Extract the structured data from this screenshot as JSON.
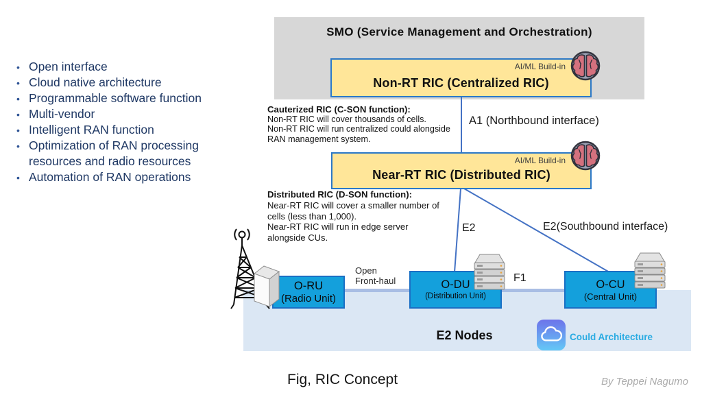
{
  "features_list": {
    "items": [
      "Open interface",
      "Cloud native architecture",
      "Programmable software function",
      "Multi-vendor",
      "Intelligent RAN function",
      "Optimization of RAN processing resources and radio resources",
      "Automation of RAN operations"
    ]
  },
  "smo": {
    "title": "SMO (Service Management and Orchestration)",
    "non_rt_ric": {
      "label": "Non-RT RIC (Centralized RIC)",
      "ai_badge": "AI/ML Build-in"
    }
  },
  "near_rt_ric": {
    "label": "Near-RT RIC (Distributed RIC)",
    "ai_badge": "AI/ML Build-in"
  },
  "annotations": {
    "c_son": {
      "title": "Cauterized RIC (C-SON function):",
      "lines": [
        "Non-RT RIC will cover thousands of cells.",
        "Non-RT RIC will run centralized could alongside",
        "RAN management system."
      ]
    },
    "d_son": {
      "title": "Distributed RIC (D-SON function):",
      "lines": [
        "Near-RT RIC will cover a smaller number of",
        "cells (less than 1,000).",
        "Near-RT RIC  will run in edge server",
        "alongside CUs."
      ]
    }
  },
  "interfaces": {
    "a1": "A1 (Northbound interface)",
    "e2": "E2",
    "e2_south": "E2(Southbound interface)",
    "f1": "F1",
    "fronthaul_line1": "Open",
    "fronthaul_line2": "Front-haul"
  },
  "nodes": {
    "o_ru": {
      "name": "O-RU",
      "sub": "(Radio Unit)"
    },
    "o_du": {
      "name": "O-DU",
      "sub": "(Distribution Unit)"
    },
    "o_cu": {
      "name": "O-CU",
      "sub": "(Central Unit)"
    },
    "group_label": "E2 Nodes",
    "cloud_label": "Could Architecture"
  },
  "caption": "Fig, RIC Concept",
  "credit": "By Teppei Nagumo",
  "icons": {
    "brain": "ai-ml-brain-icon",
    "tower": "radio-tower-icon",
    "server": "server-stack-icon",
    "cloud": "cloud-icon"
  },
  "colors": {
    "smo_bg": "#d7d7d7",
    "ric_fill": "#ffe699",
    "ric_border": "#2b78c8",
    "node_fill": "#14a0dc",
    "node_border": "#1a6fc4",
    "connector": "#4472c4",
    "ribbon": "#a9bee4",
    "e2_area_bg": "#dbe7f4",
    "bullet_text": "#1f3864",
    "cloud_text": "#29abe2",
    "brain_pink": "#d4717e",
    "credit_gray": "#ababab"
  }
}
